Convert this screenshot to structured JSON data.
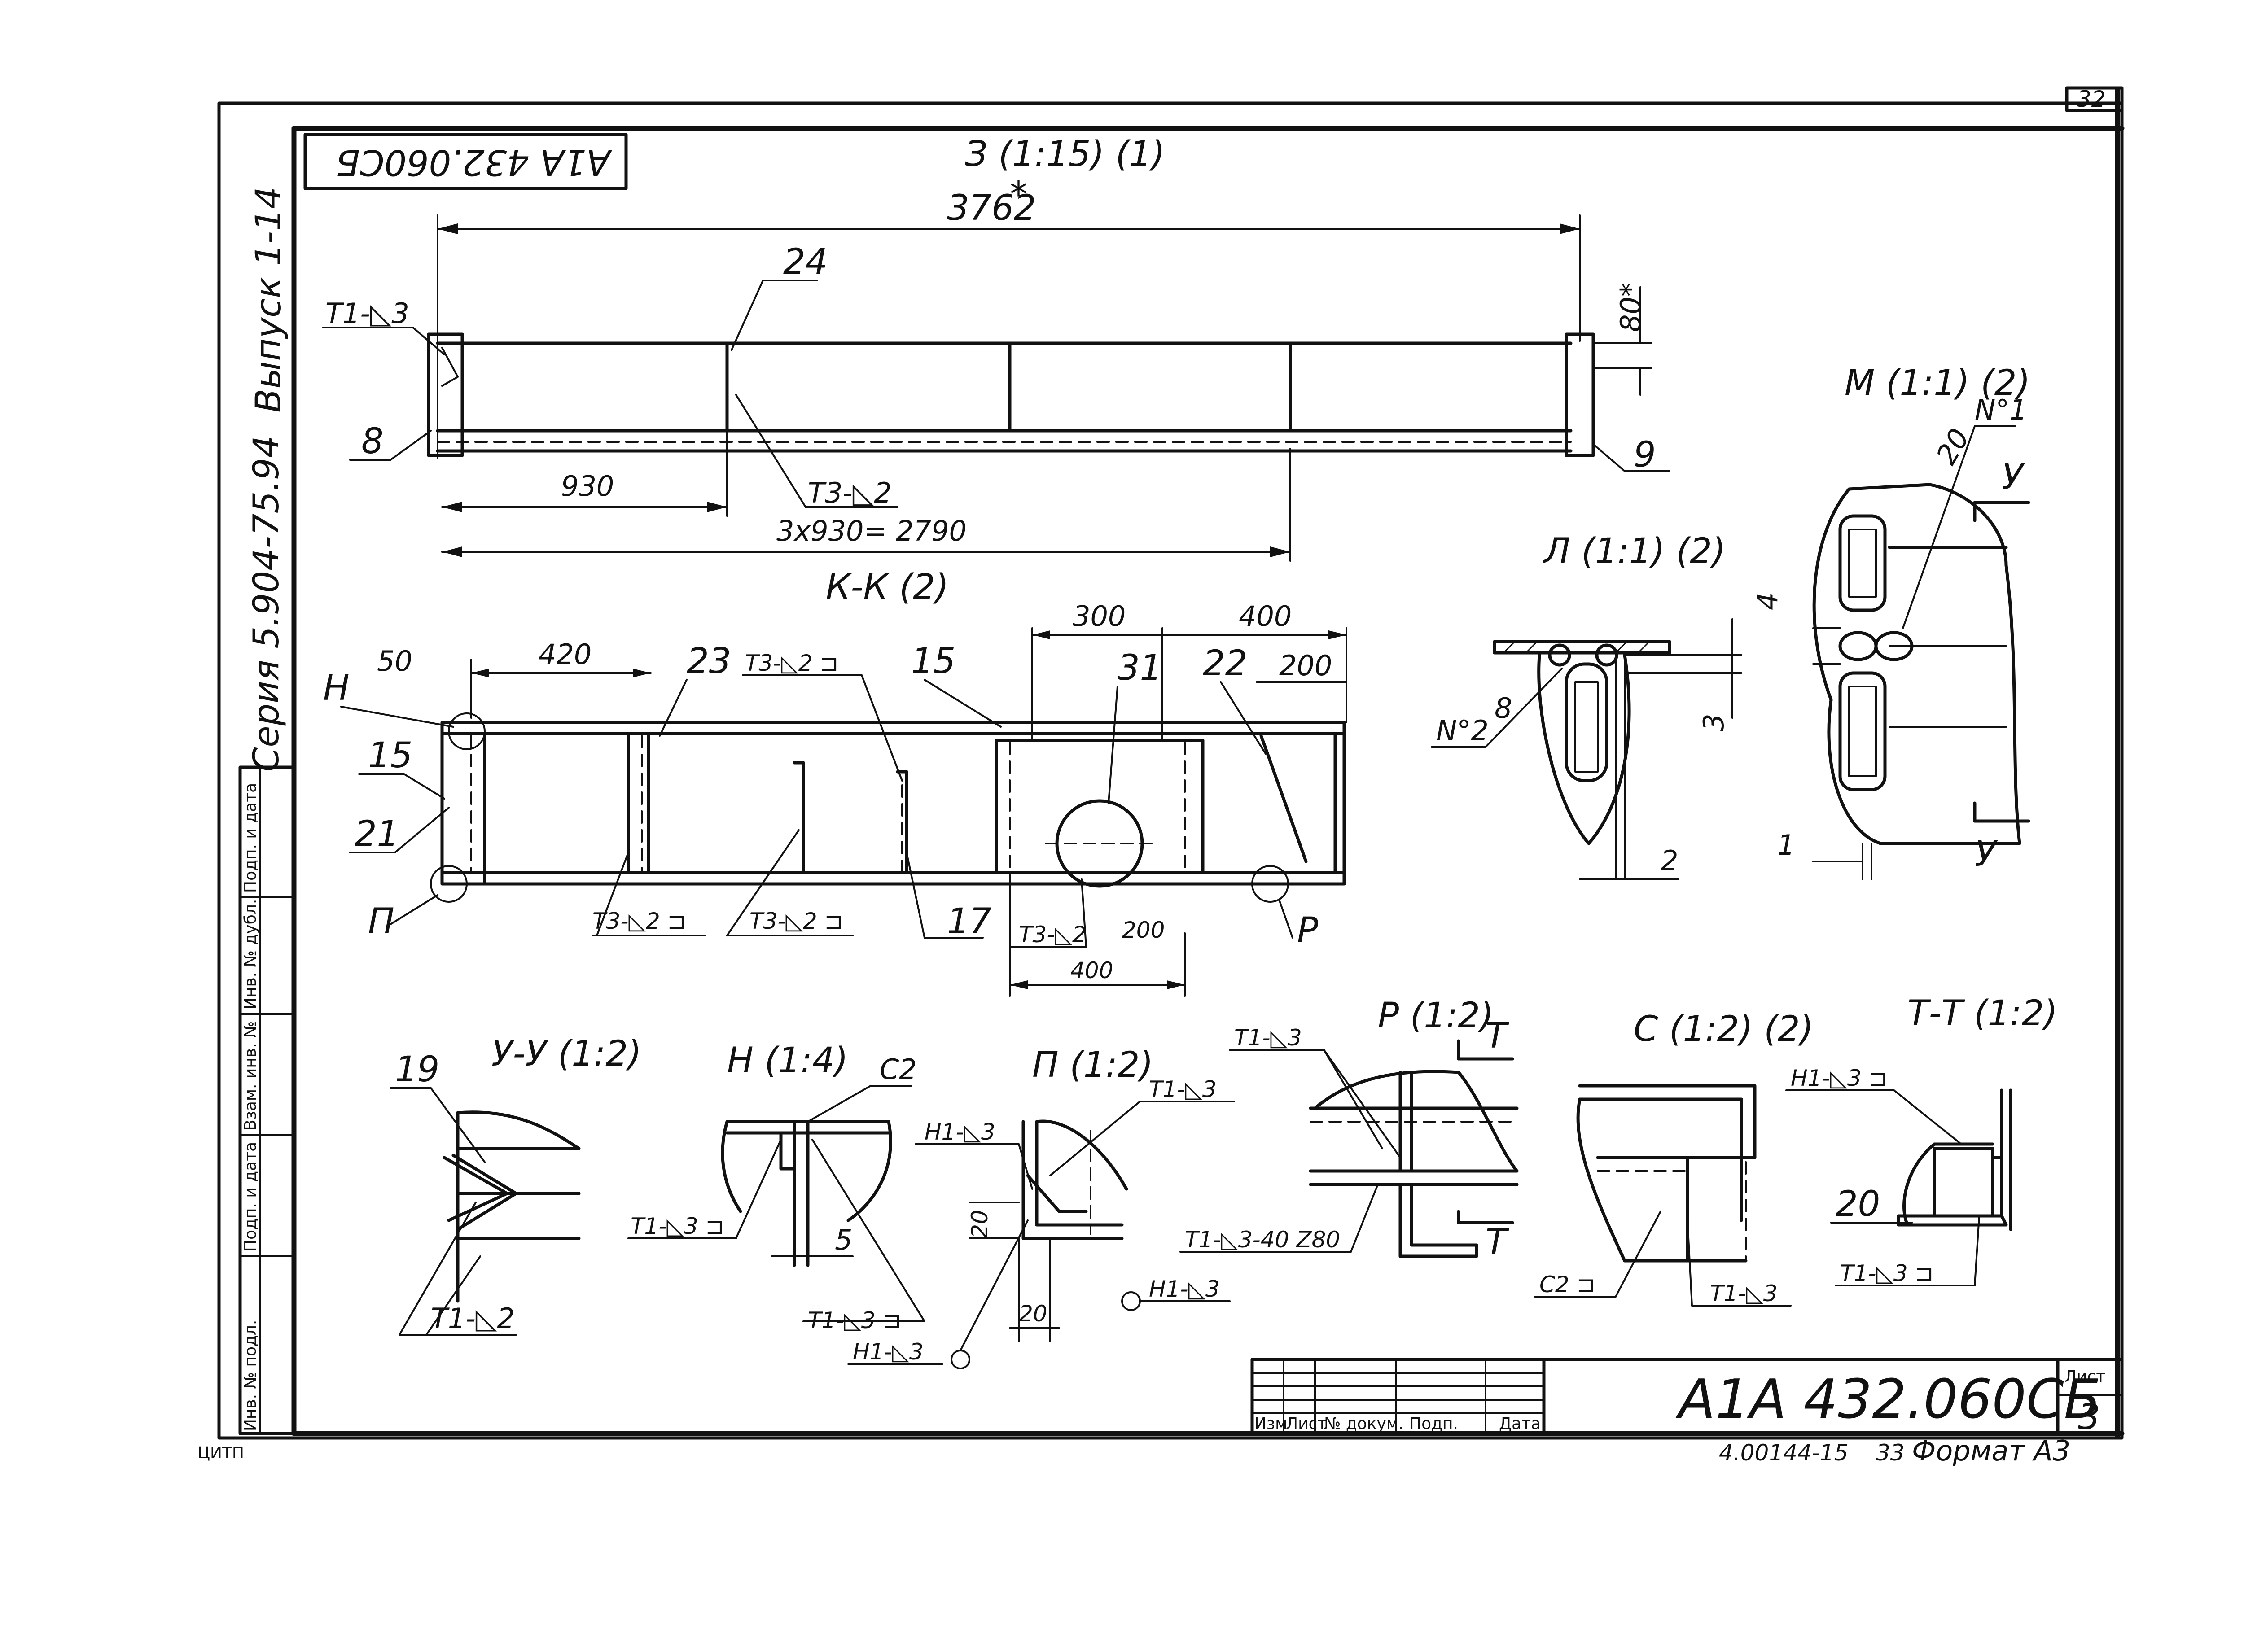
{
  "corner_sheet_no": "32",
  "rotated_stamp": "А1А 432.060СБ",
  "series_label": "Серия 5.904-75.94",
  "issue_label": "Выпуск 1-14",
  "views": {
    "main": {
      "title": "З (1:15) (1)",
      "dim_total": "3762",
      "dim_total_mark": "*",
      "dim_height": "80*",
      "dim_span": "930",
      "dim_spans_total": "3x930= 2790",
      "weld_left": "Т1-◺3",
      "weld_mid": "Т3-◺2",
      "pos_8": "8",
      "pos_9": "9",
      "pos_24": "24"
    },
    "section_kk": {
      "title": "К-К (2)",
      "dim_50": "50",
      "dim_420": "420",
      "dim_300": "300",
      "dim_400_top": "400",
      "dim_200_top": "200",
      "dim_200_bot": "200",
      "dim_400_bot": "400",
      "pos_23": "23",
      "pos_15a": "15",
      "pos_15b": "15",
      "pos_31": "31",
      "pos_22": "22",
      "pos_21": "21",
      "pos_17": "17",
      "mark_n": "Н",
      "mark_p": "П",
      "mark_r": "Р",
      "weld_top": "Т3-◺2 ⊐",
      "weld_bot1": "Т3-◺2 ⊐",
      "weld_bot2": "Т3-◺2 ⊐",
      "weld_bot3": "Т3-◺2"
    },
    "view_l": {
      "title": "Л (1:1) (2)",
      "label_n2": "N°2",
      "pos_8": "8",
      "dim_3": "3",
      "dim_2": "2"
    },
    "view_m": {
      "title": "М (1:1) (2)",
      "label_n1": "N°1",
      "pos_20": "20",
      "dim_4": "4",
      "dim_1": "1",
      "mark_u_top": "У",
      "mark_u_bot": "У"
    },
    "view_uu": {
      "title": "У-У (1:2)",
      "pos_19": "19",
      "weld": "Т1-◺2"
    },
    "view_n": {
      "title": "Н (1:4)",
      "label_c2": "С2",
      "weld1": "Т1-◺3 ⊐",
      "weld2": "Т1-◺3 ⊐",
      "weld3": "Н1-◺3",
      "dim_5": "5"
    },
    "view_p": {
      "title": "П (1:2)",
      "weld1": "Т1-◺3",
      "weld2": "Н1-◺3",
      "weld3": "Н1-◺3",
      "dim_20a": "20",
      "dim_20b": "20"
    },
    "view_r": {
      "title": "Р (1:2)",
      "weld1": "Т1-◺3",
      "weld2": "Т1-◺3-40 Z80",
      "mark_t_top": "Т",
      "mark_t_bot": "Т"
    },
    "view_c": {
      "title": "С (1:2) (2)",
      "label_c2": "С2 ⊐",
      "weld": "Т1-◺3"
    },
    "view_tt": {
      "title": "Т-Т (1:2)",
      "weld1": "Н1-◺3 ⊐",
      "weld2": "Т1-◺3 ⊐",
      "pos_20": "20"
    }
  },
  "title_block": {
    "headers": [
      "Изм",
      "Лист",
      "№ докум.",
      "Подп.",
      "Дата"
    ],
    "doc_code": "А1А 432.060СБ",
    "sheet_label": "Лист",
    "sheet_no": "3"
  },
  "left_strip": [
    "Инв. № подл.",
    "Подп. и дата",
    "Взам. инв. №",
    "Инв. № дубл.",
    "Подп. и дата"
  ],
  "footer": {
    "inventory": "4.00144-15",
    "copy_no": "33",
    "format": "Формат А3"
  },
  "bottom_left_mark": "ЦИТП"
}
